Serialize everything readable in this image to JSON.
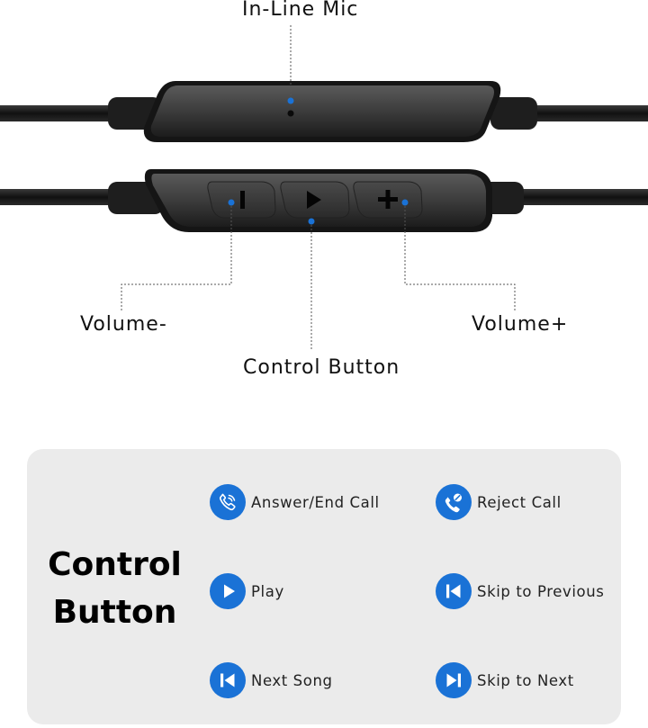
{
  "callouts": {
    "mic": "In-Line Mic",
    "volume_minus": "Volume-",
    "volume_plus": "Volume+",
    "control": "Control Button"
  },
  "panel": {
    "title_line1": "Control",
    "title_line2": "Button",
    "functions": [
      {
        "label": "Answer/End Call",
        "icon": "phone-ringing-icon"
      },
      {
        "label": "Reject Call",
        "icon": "phone-block-icon"
      },
      {
        "label": "Play",
        "icon": "play-icon"
      },
      {
        "label": "Skip to Previous",
        "icon": "skip-previous-icon"
      },
      {
        "label": "Next Song",
        "icon": "skip-previous-icon"
      },
      {
        "label": "Skip to Next",
        "icon": "skip-next-icon"
      }
    ]
  },
  "colors": {
    "accent_blue": "#1a72d6",
    "device_body": "#3a3a3a",
    "panel_bg": "#ebebeb"
  }
}
